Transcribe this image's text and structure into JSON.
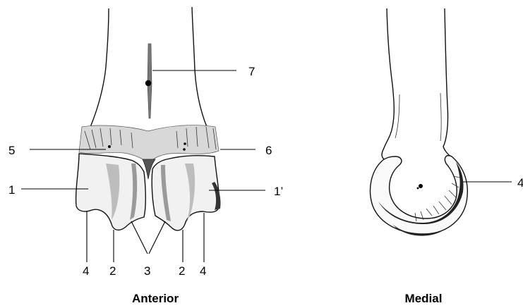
{
  "anterior_view": {
    "caption": "Anterior",
    "labels": {
      "l1": "1",
      "l1p": "1’",
      "l2a": "2",
      "l2b": "2",
      "l3": "3",
      "l4a": "4",
      "l4b": "4",
      "l5": "5",
      "l6": "6",
      "l7": "7"
    }
  },
  "medial_view": {
    "caption": "Medial",
    "labels": {
      "l4": "4"
    }
  }
}
